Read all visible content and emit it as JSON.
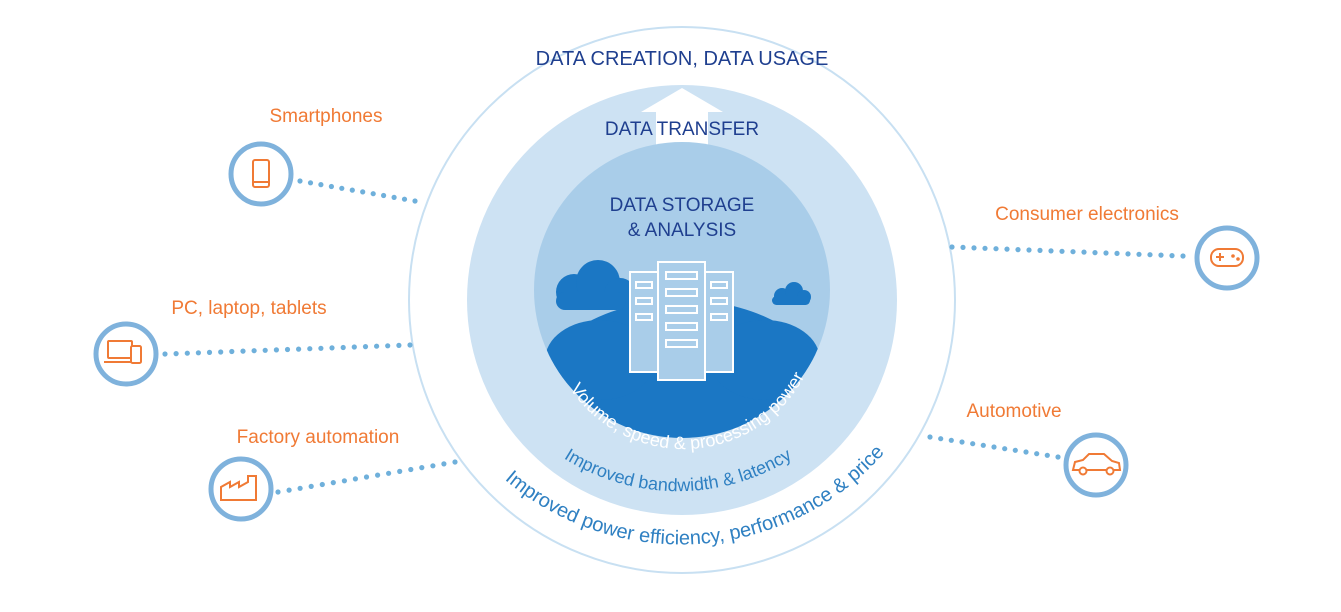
{
  "colors": {
    "navy": "#1f3f8f",
    "mid_blue": "#2f80c2",
    "outer_ring": "#c8e0f2",
    "middle_disc": "#cde2f3",
    "inner_disc": "#a9cde9",
    "cloud": "#1b77c4",
    "device_orange": "#f07a35",
    "device_ring": "#7fb2dc",
    "dots": "#6fb0db"
  },
  "layers": {
    "outer": "DATA CREATION, DATA USAGE",
    "middle": "DATA TRANSFER",
    "inner_line1": "DATA STORAGE",
    "inner_line2": "& ANALYSIS"
  },
  "arcs": {
    "inner": "Volume, speed & processing power",
    "middle": "Improved bandwidth & latency",
    "outer": "Improved power efficiency, performance & price"
  },
  "devices": [
    {
      "label": "Smartphones",
      "icon": "smartphone-icon"
    },
    {
      "label": "PC, laptop, tablets",
      "icon": "laptop-tablet-icon"
    },
    {
      "label": "Factory automation",
      "icon": "factory-icon"
    },
    {
      "label": "Consumer electronics",
      "icon": "gamepad-icon"
    },
    {
      "label": "Automotive",
      "icon": "car-icon"
    }
  ]
}
